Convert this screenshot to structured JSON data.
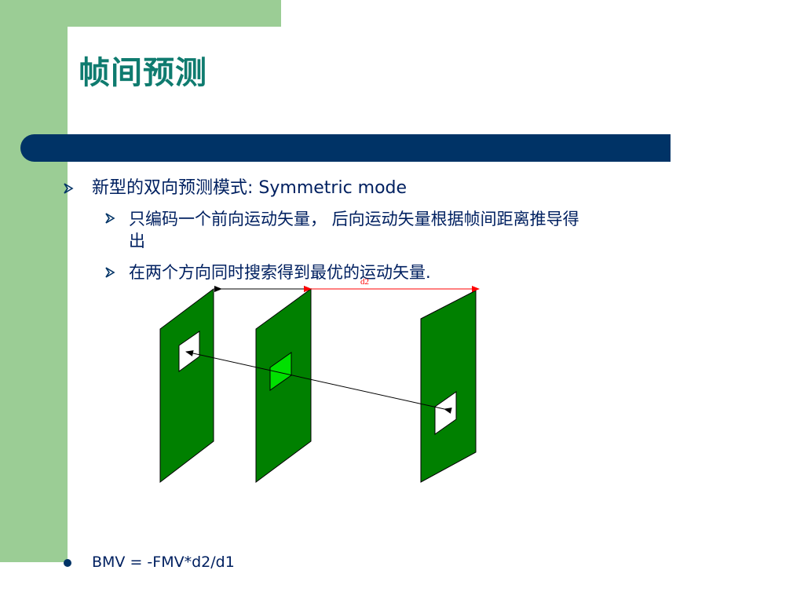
{
  "slide": {
    "title": "帧间预测",
    "bullets": [
      {
        "level": 1,
        "text": "新型的双向预测模式: Symmetric mode"
      },
      {
        "level": 2,
        "text_line1": "只编码一个前向运动矢量， 后向运动矢量根据帧间距离推导得",
        "text_line2": "出"
      },
      {
        "level": 2,
        "text": "在两个方向同时搜索得到最优的运动矢量."
      }
    ],
    "formula": "BMV = -FMV*d2/d1"
  },
  "diagram": {
    "distance_label": "d2",
    "colors": {
      "frame": "#008000",
      "current_block": "#00e000",
      "reference_block": "#ffffff",
      "title_bar": "#003366",
      "side_panel": "#9bcd95",
      "title_text": "#0f7b6f",
      "d2_marker": "#ff0000"
    }
  },
  "icons": [
    "arrowhead-bullet-icon",
    "dot-bullet-icon"
  ]
}
